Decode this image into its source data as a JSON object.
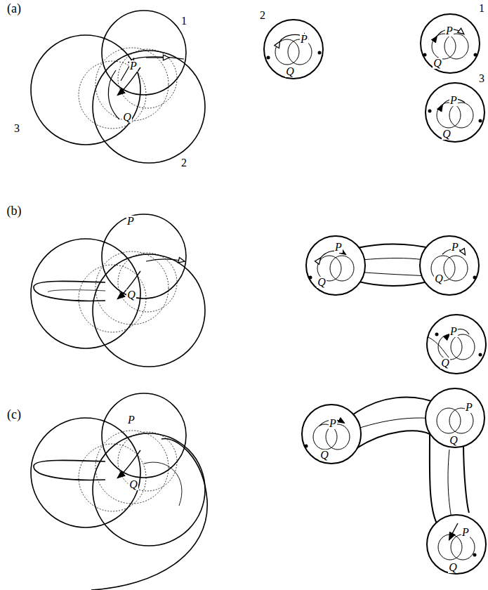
{
  "diagram": {
    "labels": [
      "(a)",
      "P",
      "1",
      "Q",
      "3",
      "2",
      "2",
      "P",
      "Q",
      "1",
      "P",
      "Q",
      "3",
      "P",
      "Q",
      "(b)",
      "P",
      "Q",
      "P",
      "Q",
      "P",
      "Q",
      "P",
      "Q",
      "(c)",
      "P",
      "Q",
      "P",
      "Q",
      "P",
      "Q",
      "P",
      "Q"
    ]
  }
}
